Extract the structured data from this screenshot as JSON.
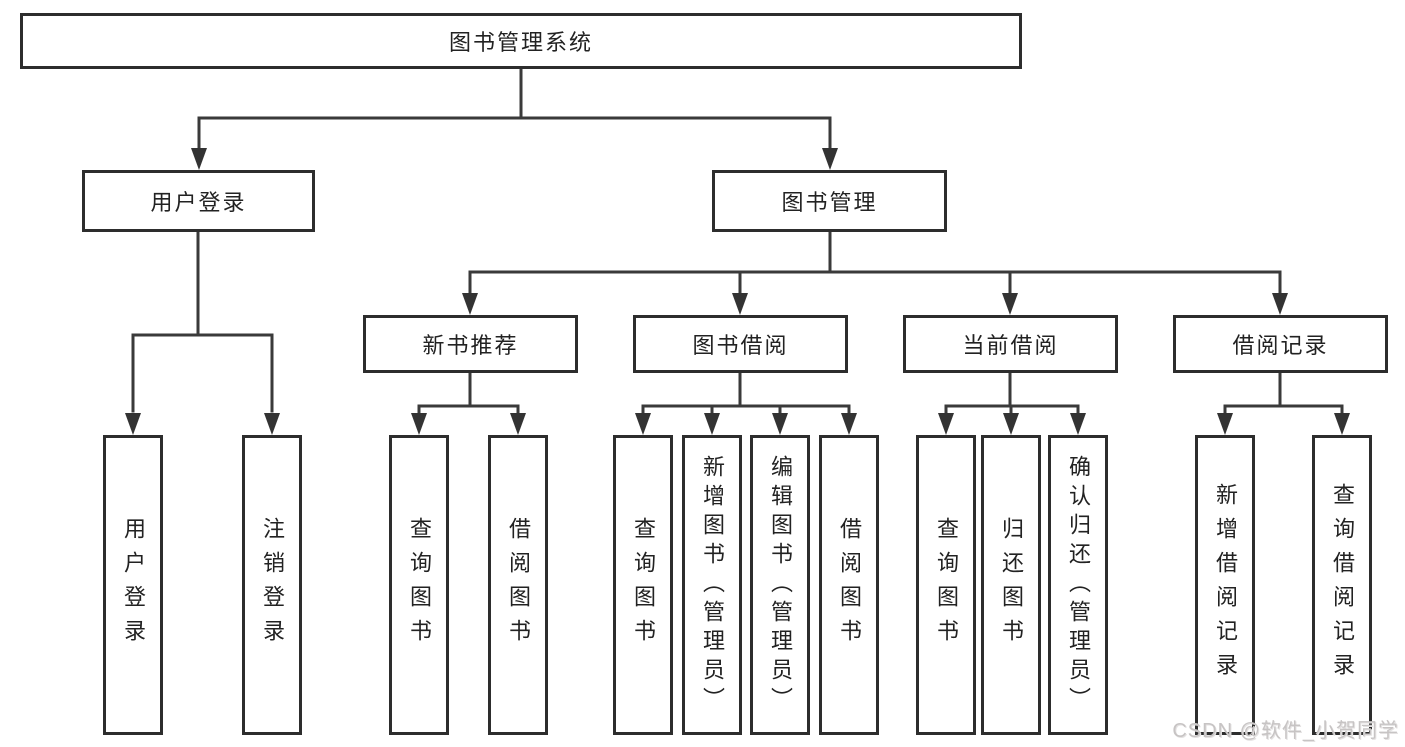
{
  "nodes": {
    "root": "图书管理系统",
    "login": "用户登录",
    "manage": "图书管理",
    "user_login": "用户登录",
    "logout": "注销登录",
    "new_books": "新书推荐",
    "book_borrow": "图书借阅",
    "current_borrow": "当前借阅",
    "borrow_records": "借阅记录",
    "query_books_1": "查询图书",
    "borrow_books_1": "借阅图书",
    "query_books_2": "查询图书",
    "add_books": "新增图书（管理员）",
    "edit_books": "编辑图书（管理员）",
    "borrow_books_2": "借阅图书",
    "query_books_3": "查询图书",
    "return_books": "归还图书",
    "confirm_return": "确认归还（管理员）",
    "add_borrow_record": "新增借阅记录",
    "query_borrow_record": "查询借阅记录"
  },
  "watermark": "CSDN @软件_小贺同学",
  "colors": {
    "line": "#3A3A3A",
    "box_border": "#2D2D2D",
    "text": "#222222",
    "watermark": "#C7C4C4",
    "background": "#FFFFFF"
  }
}
